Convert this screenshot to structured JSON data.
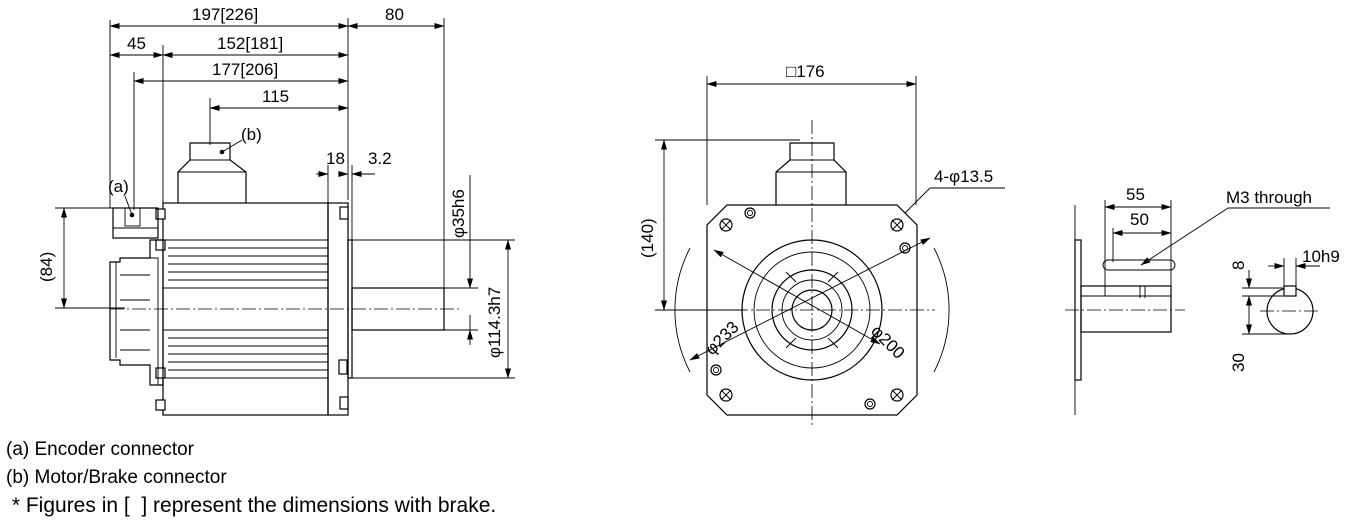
{
  "side_view": {
    "dim_total": "197[226]",
    "dim_shaft": "80",
    "dim_encoder": "45",
    "dim_body": "152[181]",
    "dim_flange_to_rear": "177[206]",
    "dim_connector_pos": "115",
    "dim_flange_thk": "18",
    "dim_spigot": "3.2",
    "dim_height": "(84)",
    "dim_shaft_dia": "φ35h6",
    "dim_spigot_dia": "φ114.3h7",
    "label_a": "(a)",
    "label_b": "(b)"
  },
  "front_view": {
    "dim_square": "□176",
    "dim_height": "(140)",
    "dim_holes": "4-φ13.5",
    "dim_pcd": "φ233",
    "dim_inner": "φ200"
  },
  "shaft_detail": {
    "dim_55": "55",
    "dim_50": "50",
    "label_tap": "M3 through",
    "dim_key_height": "8",
    "dim_key_width": "10h9",
    "dim_shaft_height": "30"
  },
  "notes": [
    "(a) Encoder connector",
    "(b) Motor/Brake connector",
    " * Figures in [  ] represent the dimensions with brake."
  ]
}
